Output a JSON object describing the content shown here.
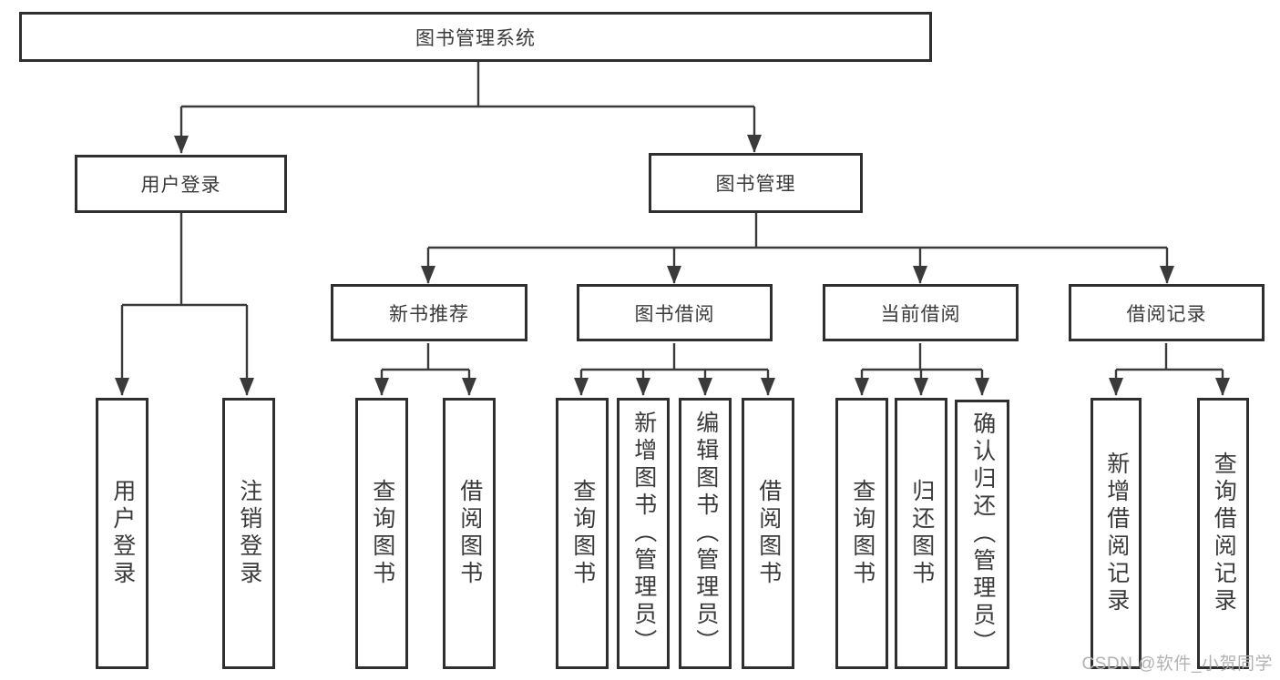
{
  "watermark": "CSDN @软件_小贺同学",
  "colors": {
    "line": "#3a3a3a",
    "box_border": "#2f2f2f",
    "text": "#3a3a3a",
    "watermark": "#b2b2b2",
    "background": "#ffffff"
  },
  "tree": {
    "label": "图书管理系统",
    "children": [
      {
        "label": "用户登录",
        "children": [
          {
            "label": "用户登录"
          },
          {
            "label": "注销登录"
          }
        ]
      },
      {
        "label": "图书管理",
        "children": [
          {
            "label": "新书推荐",
            "children": [
              {
                "label": "查询图书"
              },
              {
                "label": "借阅图书"
              }
            ]
          },
          {
            "label": "图书借阅",
            "children": [
              {
                "label": "查询图书"
              },
              {
                "label": "新增图书（管理员）"
              },
              {
                "label": "编辑图书（管理员）"
              },
              {
                "label": "借阅图书"
              }
            ]
          },
          {
            "label": "当前借阅",
            "children": [
              {
                "label": "查询图书"
              },
              {
                "label": "归还图书"
              },
              {
                "label": "确认归还（管理员）"
              }
            ]
          },
          {
            "label": "借阅记录",
            "children": [
              {
                "label": "新增借阅记录"
              },
              {
                "label": "查询借阅记录"
              }
            ]
          }
        ]
      }
    ]
  }
}
